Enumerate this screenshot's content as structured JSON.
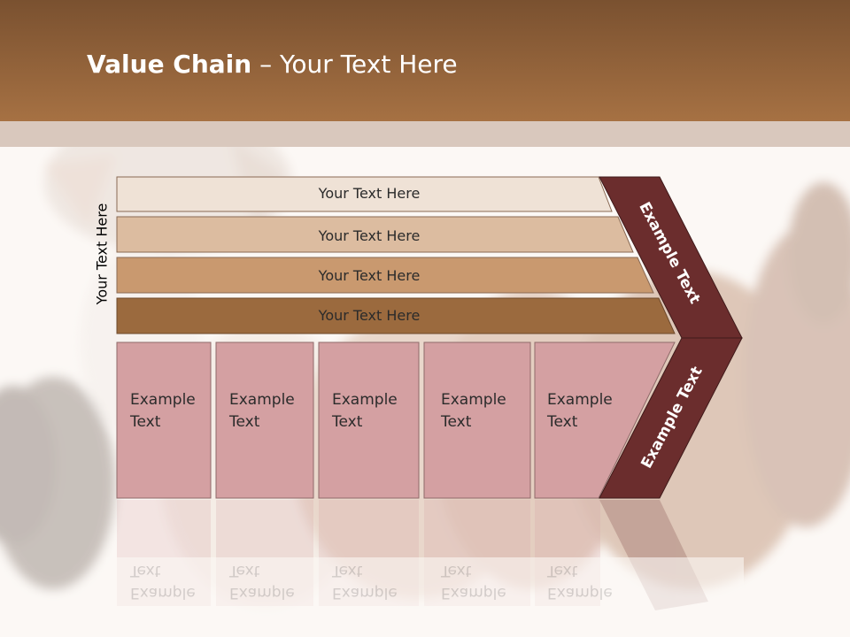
{
  "slide": {
    "title_bold": "Value Chain",
    "title_rest": " – Your Text Here",
    "side_label": "Your Text Here"
  },
  "bars": [
    {
      "label": "Your Text Here",
      "color": "#efe2d6"
    },
    {
      "label": "Your Text Here",
      "color": "#dcbca0"
    },
    {
      "label": "Your Text Here",
      "color": "#c9996f"
    },
    {
      "label": "Your Text Here",
      "color": "#9b6a3e"
    }
  ],
  "boxes": [
    {
      "label": "Example\nText"
    },
    {
      "label": "Example\nText"
    },
    {
      "label": "Example\nText"
    },
    {
      "label": "Example\nText"
    },
    {
      "label": "Example\nText"
    }
  ],
  "chevron": {
    "upper_label": "Example Text",
    "lower_label": "Example Text",
    "color": "#6b2d2d"
  },
  "colors": {
    "header": "#a67143",
    "box_fill": "#d4a0a2"
  },
  "background": {
    "image": "puppies-photo"
  }
}
